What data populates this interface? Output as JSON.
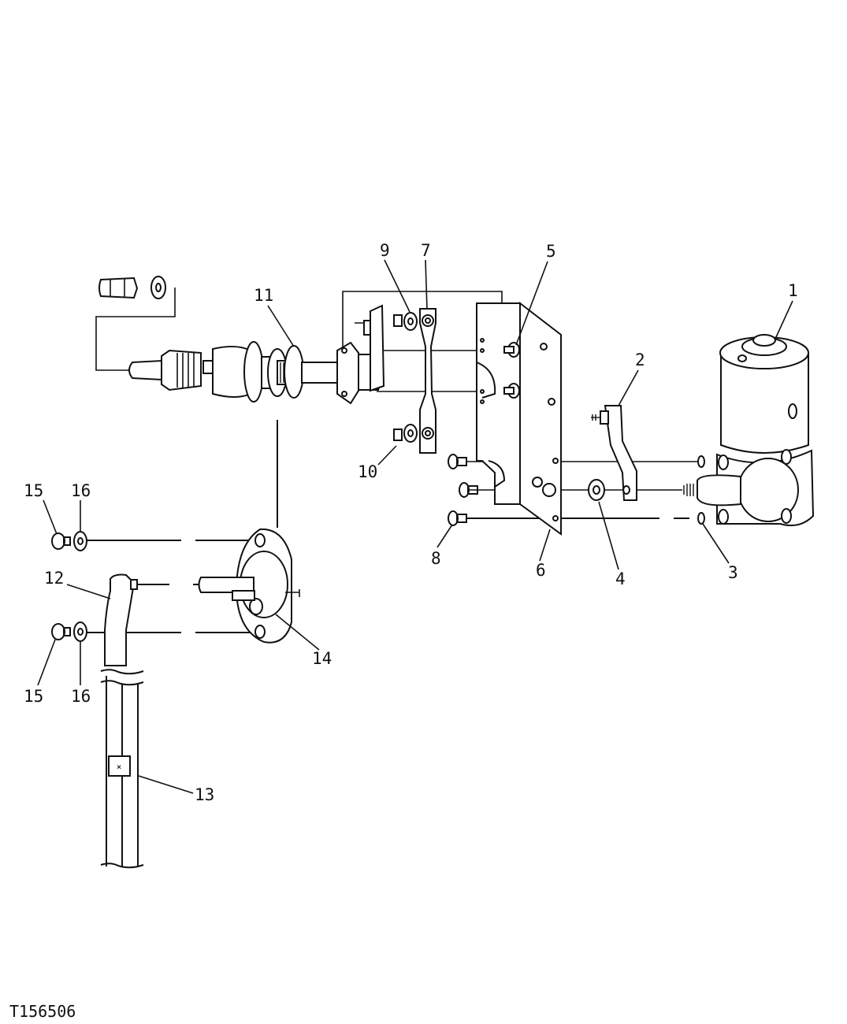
{
  "figure_id": "T156506",
  "callouts": {
    "c1": "1",
    "c2": "2",
    "c3": "3",
    "c4": "4",
    "c5": "5",
    "c6": "6",
    "c7": "7",
    "c8": "8",
    "c9": "9",
    "c10": "10",
    "c11": "11",
    "c12": "12",
    "c13": "13",
    "c14": "14",
    "c15a": "15",
    "c16a": "16",
    "c15b": "15",
    "c16b": "16"
  },
  "parts": [
    {
      "callout": "1",
      "icon": "solenoid-icon"
    },
    {
      "callout": "2",
      "icon": "lever-bracket-icon"
    },
    {
      "callout": "3",
      "icon": "washer-icon"
    },
    {
      "callout": "4",
      "icon": "nut-icon"
    },
    {
      "callout": "5",
      "icon": "screw-icon"
    },
    {
      "callout": "6",
      "icon": "mounting-bracket-icon"
    },
    {
      "callout": "7",
      "icon": "strap-icon"
    },
    {
      "callout": "8",
      "icon": "screw-icon"
    },
    {
      "callout": "9",
      "icon": "washer-icon"
    },
    {
      "callout": "10",
      "icon": "nut-icon"
    },
    {
      "callout": "11",
      "icon": "switch-assembly-icon"
    },
    {
      "callout": "12",
      "icon": "cable-end-icon"
    },
    {
      "callout": "13",
      "icon": "cable-icon"
    },
    {
      "callout": "14",
      "icon": "flange-housing-icon"
    },
    {
      "callout": "15",
      "icon": "screw-icon"
    },
    {
      "callout": "16",
      "icon": "washer-icon"
    }
  ]
}
